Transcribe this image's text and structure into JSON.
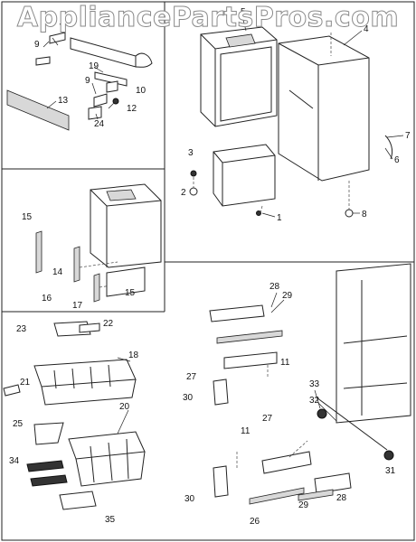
{
  "watermark": "AppliancePartsPros.com",
  "callouts": {
    "p1": "1",
    "p2": "2",
    "p3": "3",
    "p4": "4",
    "p5": "5",
    "p6": "6",
    "p7": "7",
    "p8": "8",
    "p9a": "9",
    "p9b": "9",
    "p10": "10",
    "p11a": "11",
    "p11b": "11",
    "p12": "12",
    "p13": "13",
    "p14": "14",
    "p15a": "15",
    "p15b": "15",
    "p16": "16",
    "p17": "17",
    "p18": "18",
    "p19": "19",
    "p20": "20",
    "p21": "21",
    "p22": "22",
    "p23": "23",
    "p24": "24",
    "p25": "25",
    "p26": "26",
    "p27a": "27",
    "p27b": "27",
    "p28a": "28",
    "p28b": "28",
    "p29a": "29",
    "p29b": "29",
    "p30a": "30",
    "p30b": "30",
    "p31": "31",
    "p32": "32",
    "p33": "33",
    "p34": "34",
    "p35": "35"
  }
}
